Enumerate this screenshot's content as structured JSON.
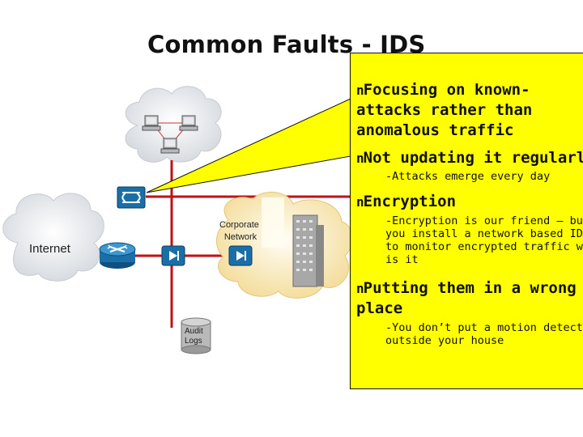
{
  "title": "Common Faults - IDS",
  "diagram": {
    "internet_label": "Internet",
    "corporate_label_line1": "Corporate",
    "corporate_label_line2": "Network",
    "audit_label_line1": "Audit",
    "audit_label_line2": "Logs"
  },
  "callout": {
    "bullet_marker": "n",
    "items": [
      {
        "lines": [
          "Focusing on known-",
          "attacks rather than",
          "anomalous traffic"
        ],
        "sub": []
      },
      {
        "lines": [
          "Not updating it regularly"
        ],
        "sub": [
          "-Attacks emerge every day"
        ]
      },
      {
        "lines": [
          "Encryption"
        ],
        "sub": [
          "-Encryption is our friend – but if",
          "you install a network based IDS",
          "to monitor encrypted traffic what",
          "is it"
        ]
      },
      {
        "lines": [
          "Putting them in a wrong",
          "place"
        ],
        "sub": [
          "-You don’t put a motion detector",
          "outside your house"
        ]
      }
    ]
  }
}
